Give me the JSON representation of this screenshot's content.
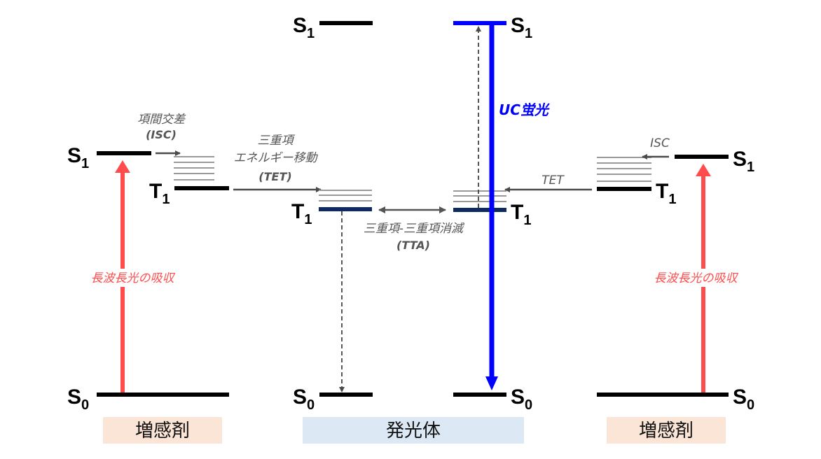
{
  "title": "Triplet-Triplet Annihilation Upconversion energy diagram",
  "colors": {
    "level": "#000000",
    "emitter_triplet": "#0d2a63",
    "absorption_arrow": "#ff4d4d",
    "uc_emission": "#0000ff",
    "process_arrow": "#555555",
    "sensitizer_box": "#fbe5d6",
    "emitter_box": "#dce9f5"
  },
  "levels": {
    "S1": {
      "main": "S",
      "sub": "1"
    },
    "T1": {
      "main": "T",
      "sub": "1"
    },
    "S0": {
      "main": "S",
      "sub": "0"
    }
  },
  "labels": {
    "isc_left_line1": "項間交差",
    "isc_left_line2": "(ISC)",
    "tet_left_line1": "三重項",
    "tet_left_line2": "エネルギー移動",
    "tet_left_line3": "(TET)",
    "tta_line1": "三重項-三重項消滅",
    "tta_line2": "(TTA)",
    "uc_emission": "UC蛍光",
    "isc_right": "ISC",
    "tet_right": "TET",
    "absorption_left": "長波長光の吸収",
    "absorption_right": "長波長光の吸収"
  },
  "boxes": {
    "left": "増感剤",
    "center": "発光体",
    "right": "増感剤"
  }
}
